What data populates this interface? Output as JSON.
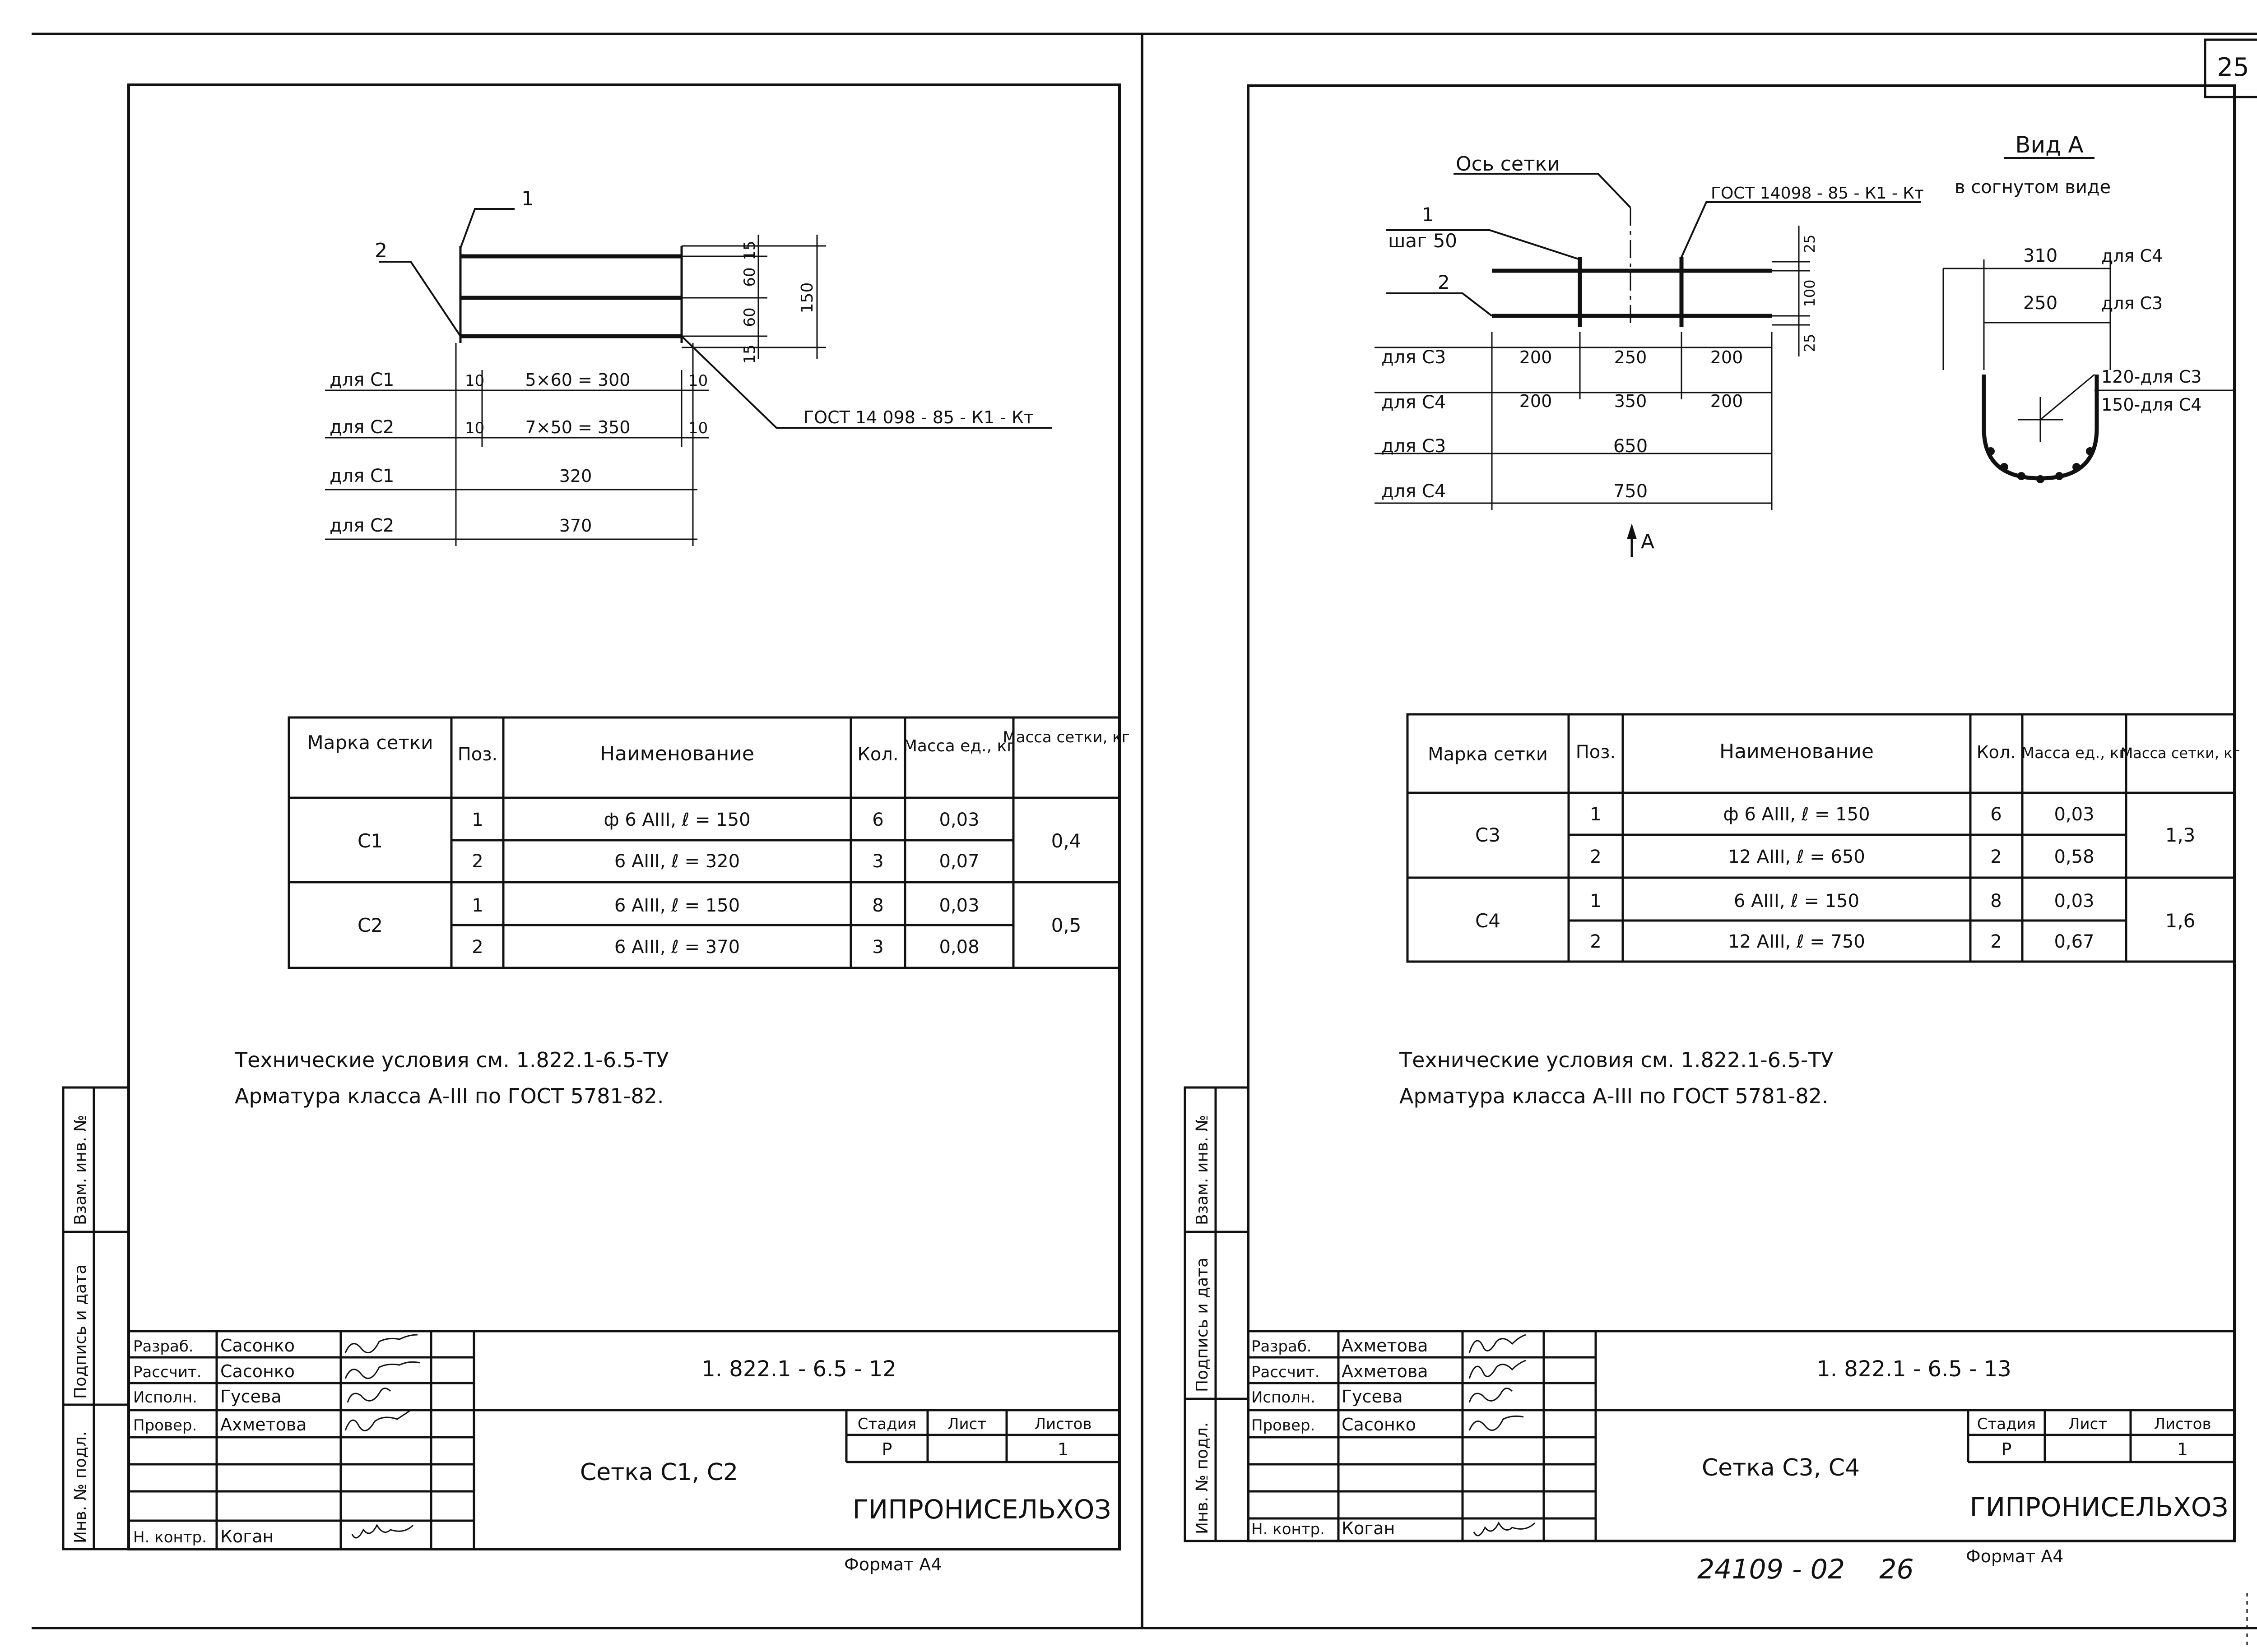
{
  "page_number": "25",
  "left": {
    "leader1": "1",
    "leader2": "2",
    "dims_v": [
      "15",
      "60",
      "60",
      "15",
      "150"
    ],
    "rows": [
      {
        "label": "для  С1",
        "a": "10",
        "mid": "5×60 = 300",
        "b": "10"
      },
      {
        "label": "для  С2",
        "a": "10",
        "mid": "7×50 = 350",
        "b": "10"
      },
      {
        "label": "для  С1",
        "total": "320"
      },
      {
        "label": "для  С2",
        "total": "370"
      }
    ],
    "gost": "ГОСТ 14 098 - 85 - К1 - Кт",
    "table": {
      "headers": [
        "Марка сетки",
        "Поз.",
        "Наименование",
        "Кол.",
        "Масса ед., кг",
        "Масса сетки, кг"
      ],
      "groups": [
        {
          "mark": "С1",
          "mass": "0,4",
          "rows": [
            {
              "pos": "1",
              "name": "ф 6 АIII,   ℓ = 150",
              "qty": "6",
              "unit": "0,03"
            },
            {
              "pos": "2",
              "name": "6 АIII,   ℓ = 320",
              "qty": "3",
              "unit": "0,07"
            }
          ]
        },
        {
          "mark": "С2",
          "mass": "0,5",
          "rows": [
            {
              "pos": "1",
              "name": "6 АIII,   ℓ = 150",
              "qty": "8",
              "unit": "0,03"
            },
            {
              "pos": "2",
              "name": "6 АIII,   ℓ = 370",
              "qty": "3",
              "unit": "0,08"
            }
          ]
        }
      ]
    },
    "notes": [
      "Технические условия см. 1.822.1-6.5-ТУ",
      "Арматура класса А-III по ГОСТ 5781-82."
    ],
    "stamp": {
      "roles": [
        "Разраб.",
        "Рассчит.",
        "Исполн.",
        "Провер.",
        "",
        "",
        "Н. контр."
      ],
      "names": [
        "Сасонко",
        "Сасонко",
        "Гусева",
        "Ахметова",
        "",
        "",
        "Коган"
      ],
      "code": "1. 822.1 - 6.5 - 12",
      "title": "Сетка   С1, С2",
      "stage_h": "Стадия",
      "sheet_h": "Лист",
      "sheets_h": "Листов",
      "stage": "Р",
      "sheet": "",
      "sheets": "1",
      "org": "ГИПРОНИСЕЛЬХОЗ",
      "format": "Формат  А4"
    }
  },
  "right": {
    "axis_label": "Ось  сетки",
    "gost": "ГОСТ 14098 - 85 - К1 - Кт",
    "leader1": "1",
    "step": "шаг 50",
    "leader2": "2",
    "dims_v": [
      "25",
      "100",
      "25"
    ],
    "rows": [
      {
        "label": "для  С3",
        "a": "200",
        "mid": "250",
        "b": "200"
      },
      {
        "label": "для  С4",
        "a": "200",
        "mid": "350",
        "b": "200"
      },
      {
        "label": "для  С3",
        "total": "650"
      },
      {
        "label": "для  С4",
        "total": "750"
      }
    ],
    "arrow_label": "А",
    "view_title": "Вид  А",
    "view_sub": "в согнутом виде",
    "view_dims": [
      {
        "v": "310",
        "l": "для  С4"
      },
      {
        "v": "250",
        "l": "для  С3"
      }
    ],
    "radius": [
      "120-для С3",
      "150-для С4"
    ],
    "table": {
      "headers": [
        "Марка сетки",
        "Поз.",
        "Наименование",
        "Кол.",
        "Масса ед., кг",
        "Масса сетки, кг"
      ],
      "groups": [
        {
          "mark": "С3",
          "mass": "1,3",
          "rows": [
            {
              "pos": "1",
              "name": "ф 6 АIII,   ℓ = 150",
              "qty": "6",
              "unit": "0,03"
            },
            {
              "pos": "2",
              "name": "12 АIII,   ℓ = 650",
              "qty": "2",
              "unit": "0,58"
            }
          ]
        },
        {
          "mark": "С4",
          "mass": "1,6",
          "rows": [
            {
              "pos": "1",
              "name": "6 АIII,   ℓ = 150",
              "qty": "8",
              "unit": "0,03"
            },
            {
              "pos": "2",
              "name": "12 АIII,   ℓ = 750",
              "qty": "2",
              "unit": "0,67"
            }
          ]
        }
      ]
    },
    "notes": [
      "Технические условия см. 1.822.1-6.5-ТУ",
      "Арматура класса А-III по ГОСТ 5781-82."
    ],
    "stamp": {
      "roles": [
        "Разраб.",
        "Рассчит.",
        "Исполн.",
        "Провер.",
        "",
        "",
        "Н. контр."
      ],
      "names": [
        "Ахметова",
        "Ахметова",
        "Гусева",
        "Сасонко",
        "",
        "",
        "Коган"
      ],
      "code": "1. 822.1 - 6.5 - 13",
      "title": "Сетка   С3,  С4",
      "stage_h": "Стадия",
      "sheet_h": "Лист",
      "sheets_h": "Листов",
      "stage": "Р",
      "sheet": "",
      "sheets": "1",
      "org": "ГИПРОНИСЕЛЬХОЗ",
      "format": "Формат  А4"
    },
    "handwritten": "24109 - 02    26"
  },
  "side_labels": [
    "Инв. № подл.",
    "Подпись и дата",
    "Взам. инв. №"
  ]
}
